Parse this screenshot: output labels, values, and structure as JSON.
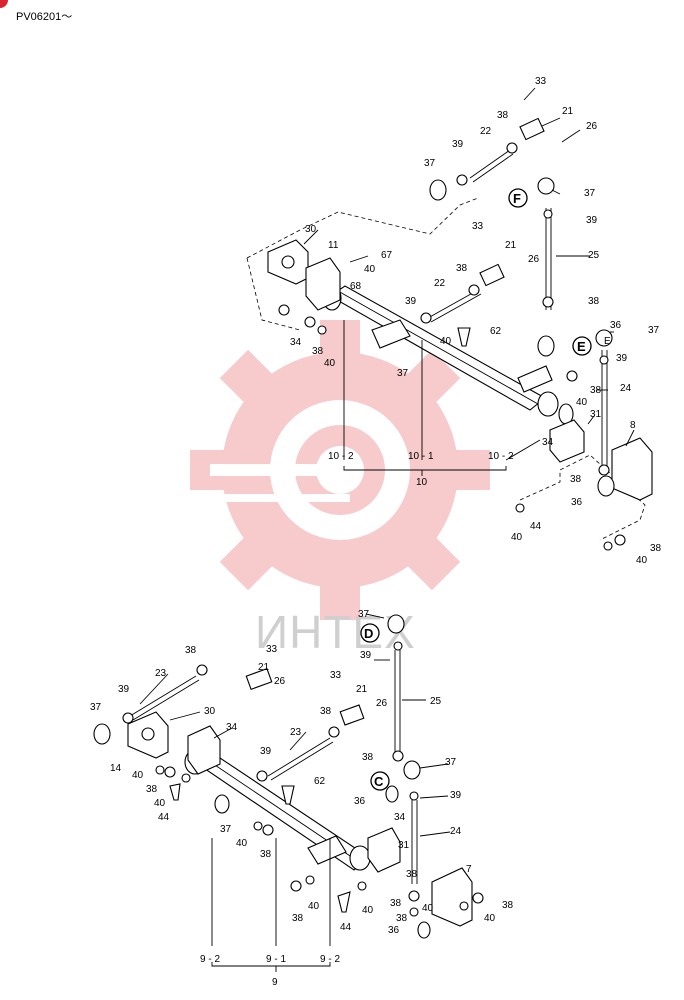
{
  "header": {
    "code": "PV06201～"
  },
  "watermark": {
    "text": "ИНТЕХ"
  },
  "colors": {
    "watermark": "#f2a0a3",
    "badge": "#d9232e",
    "ink": "#000000"
  },
  "callouts": {
    "c": "C",
    "d": "D",
    "e": "E",
    "f": "F"
  },
  "labels": {
    "top": [
      "33",
      "21",
      "38",
      "26",
      "22",
      "39",
      "37",
      "37",
      "39",
      "25",
      "26",
      "30",
      "11",
      "67",
      "40",
      "21",
      "33",
      "38",
      "22",
      "68",
      "39",
      "40",
      "62",
      "34",
      "38",
      "40",
      "37",
      "36",
      "37",
      "38",
      "E",
      "39",
      "24",
      "40",
      "38",
      "31",
      "8",
      "34",
      "10 - 2",
      "10 - 1",
      "10 - 2",
      "10",
      "38",
      "36",
      "44",
      "40",
      "38",
      "40"
    ],
    "bottom": [
      "37",
      "39",
      "38",
      "33",
      "21",
      "23",
      "26",
      "25",
      "30",
      "33",
      "21",
      "37",
      "39",
      "34",
      "23",
      "26",
      "14",
      "40",
      "38",
      "38",
      "40",
      "39",
      "62",
      "38",
      "37",
      "44",
      "37",
      "38",
      "40",
      "34",
      "39",
      "36",
      "24",
      "31",
      "7",
      "38",
      "40",
      "38",
      "40",
      "44",
      "40",
      "38",
      "38",
      "40",
      "38",
      "36",
      "9 - 2",
      "9 - 1",
      "9 - 2",
      "9"
    ]
  }
}
